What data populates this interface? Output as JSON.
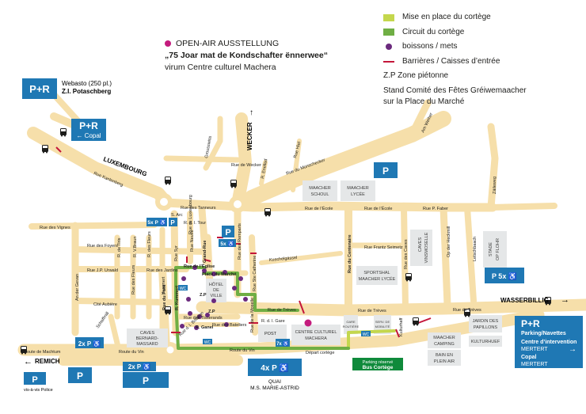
{
  "colors": {
    "road": "#f6dfaa",
    "building": "#e5e7e8",
    "parking": "#1f78b4",
    "setup_route": "#c4d74d",
    "route": "#6fae44",
    "drinks": "#6b2a7d",
    "barrier": "#c4163a",
    "exhibition": "#c41c7d",
    "bus_green": "#0f8a3b"
  },
  "legend": [
    {
      "kind": "swatch",
      "color": "#c4d74d",
      "text": "Mise en place du cortège"
    },
    {
      "kind": "swatch",
      "color": "#6fae44",
      "text": "Circuit du cortège"
    },
    {
      "kind": "dot",
      "color": "#6b2a7d",
      "text": "boissons / mets"
    },
    {
      "kind": "bar",
      "color": "#c4163a",
      "text": "Barrières / Caisses d’entrée"
    },
    {
      "kind": "text",
      "color": "",
      "text": "Z.P  Zone piétonne"
    },
    {
      "kind": "text",
      "color": "",
      "text": "Stand Comité des Fêtes Gréiwemaacher"
    },
    {
      "kind": "text",
      "color": "",
      "text": "sur la Place du Marché"
    }
  ],
  "exhibition": {
    "line1": "OPEN-AIR AUSSTELLUNG",
    "line2": "„75 Joar mat de Kondschafter ënnerwee“",
    "line3": "virum Centre culturel Machera"
  },
  "parking_boxes": {
    "webasto_main": "P+R",
    "webasto_line1": "Webasto (250 pl.)",
    "webasto_line2": "Z.I. Potaschberg",
    "copal_main": "P+R",
    "copal_sub": "← Copal",
    "p_right": "P",
    "p_5x_right": "P 5x ♿",
    "p_left_a": "P",
    "p_left_b": "P",
    "p_2x_left": "2x P ♿",
    "p_2x_center": "2x P ♿",
    "p_center": "P",
    "p_4x_quai": "4x P ♿",
    "p_quai_label": "P",
    "quai_line1": "QUAI",
    "quai_line2": "M.S. MARIE-ASTRID",
    "p_5x_top": "5x P ♿",
    "p_lacour": "P",
    "p_5x_center": "5x ♿",
    "p_7x": "7x ♿",
    "p_center_small": "P",
    "remich_p": "P",
    "remich_sub": "vis-à-vis Police",
    "bus_reserved_line1": "Parking réservé",
    "bus_reserved_line2": "Bus Cortège",
    "pr_main": "P+R",
    "pr_sub": "Parking/Navettes",
    "pr_ci": "Centre d’intervention",
    "pr_mertert": "MERTERT",
    "pr_copal": "Copal",
    "pr_mertert2": "MERTERT",
    "pr_arrow": "→"
  },
  "directions": {
    "luxembourg": "LUXEMBOURG",
    "wecker": "WECKER",
    "wasserbillig": "WASSERBILLIG",
    "remich": "REMICH",
    "arrow_right": "→",
    "arrow_left": "←",
    "arrow_up": "↑"
  },
  "streets": {
    "kanlenberg": "Rue Kanlenberg",
    "tanneurs": "Rue des Tanneurs",
    "ecole": "Rue de l’École",
    "munschecker": "Rue du Münschecker",
    "p_faber": "Rue P. Faber",
    "vignes": "Rue des Vignes",
    "foyers": "Rue des Foyers",
    "jp_urwald": "Rue J.P. Urwald",
    "jardins": "Rue des Jardins",
    "r_de_l_iris": "R. de l’Iris",
    "r_vbraun": "R. V.Braun",
    "r_fleurs": "R. des Fleurs",
    "r_des_fleurs": "Rue des Fleurs",
    "kummert": "Kummert",
    "rue_syr": "Rue Syr",
    "neuve": "Rue Neuve",
    "r_luxembourg": "Rue de Luxembourg",
    "r_dl_tour": "R. d. l. Tour",
    "s_arc": "S. Arc",
    "grand_rue": "Grand-Rue",
    "remparts": "Rue des Remparts",
    "ste_catherine": "Rue Ste Catherine",
    "kuschelgassel": "Kuschelgässel",
    "centenaire": "Rue du Centenaire",
    "frantz_seimetz": "Rue Frantz Seimetz",
    "caves": "Rue des Caves",
    "op_heckmill": "Op der Heckmill",
    "letschbaach": "Letschbaach",
    "zaeileweg": "Zäileweg",
    "am_weiher": "Am Weiher",
    "hiel": "Rue Hiel",
    "grousswiss": "Grousswiss",
    "r_enelled": "R. Enelled",
    "rue_de_wecker": "Rue de Wecker",
    "treves": "Rue de Trèves",
    "treves2": "Rue de Trèves",
    "treves3": "Rue de Trèves",
    "tisserands": "Rue des Tisserands",
    "bateliers": "Rue des Bateliers",
    "r_d_l_gare": "R. d. l. Gare",
    "rue_moselle": "Rue de la Moselle",
    "route_du_vin": "Route du Vin",
    "route_du_vin2": "Route du Vin",
    "route_de_machtum": "Route de Machtum",
    "rue_du_pont": "Rue du Pont",
    "schaffmill": "Schaffmill",
    "an_der_gevan": "An der Gevan",
    "cite_aubiere": "Cité Aubière",
    "kulturhaff": "Kulturhaff",
    "rue_de_eglise": "Rue de l’Église",
    "place_du_marche": "Place du Marché",
    "zp1": "Z.P",
    "zp2": "Z.P",
    "depart": "Départ cortège",
    "rue_dl_bouilla": "Rue d. l. Bouillon",
    "r_ganel": "R. Ganel",
    "r_kummert": "R. Kummert",
    "post": "POST"
  },
  "buildings": {
    "maacher_schoul_1": "MAACHER",
    "maacher_schoul_2": "SCHOUL",
    "maacher_lycee_1": "MAACHER",
    "maacher_lycee_2": "LYCÉE",
    "caves_vinsmoselle_1": "CAVES",
    "caves_vinsmoselle_2": "VINSMOSELLE",
    "sportshal_1": "SPORTSHAL",
    "sportshal_2": "MAACHER LYCÉE",
    "stade_1": "STADE",
    "stade_2": "OP FLOHR",
    "hotel_1": "HÔTEL",
    "hotel_2": "DE",
    "hotel_3": "VILLE",
    "caves_bernard_1": "CAVES",
    "caves_bernard_2": "BERNARD-",
    "caves_bernard_3": "MASSARD",
    "centre_1": "CENTRE CULTUREL",
    "centre_2": "MACHERA",
    "jardin_1": "JARDIN DES",
    "jardin_2": "PAPILLONS",
    "maacher_camping_1": "MAACHER",
    "maacher_camping_2": "CAMPING",
    "bain_1": "BAIN EN",
    "bain_2": "PLEIN AIR",
    "kulturhuef": "KULTURHUEF",
    "gare_routiere_1": "GARE",
    "gare_routiere_2": "ROUTIÈRE",
    "smo_1": "SERV. DE",
    "smo_2": "MOBILITÉ",
    "wc": "WC"
  }
}
